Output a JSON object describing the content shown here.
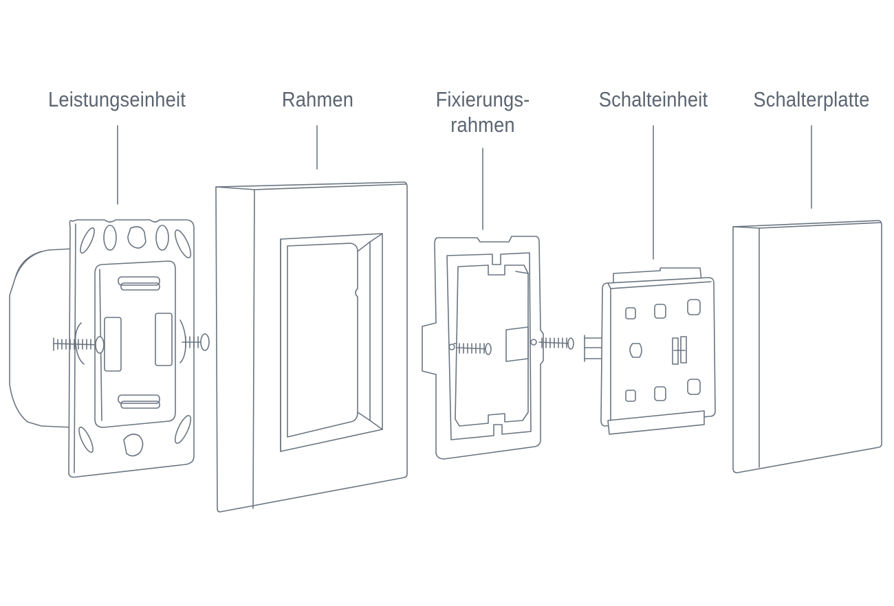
{
  "labels": {
    "power_unit": "Leistungseinheit",
    "frame": "Rahmen",
    "fixing_frame_line1": "Fixierungs-",
    "fixing_frame_line2": "rahmen",
    "switch_unit": "Schalteinheit",
    "switch_plate": "Schalterplatte"
  },
  "colors": {
    "stroke": "#6a7480",
    "text": "#5b6470",
    "background": "#ffffff"
  }
}
